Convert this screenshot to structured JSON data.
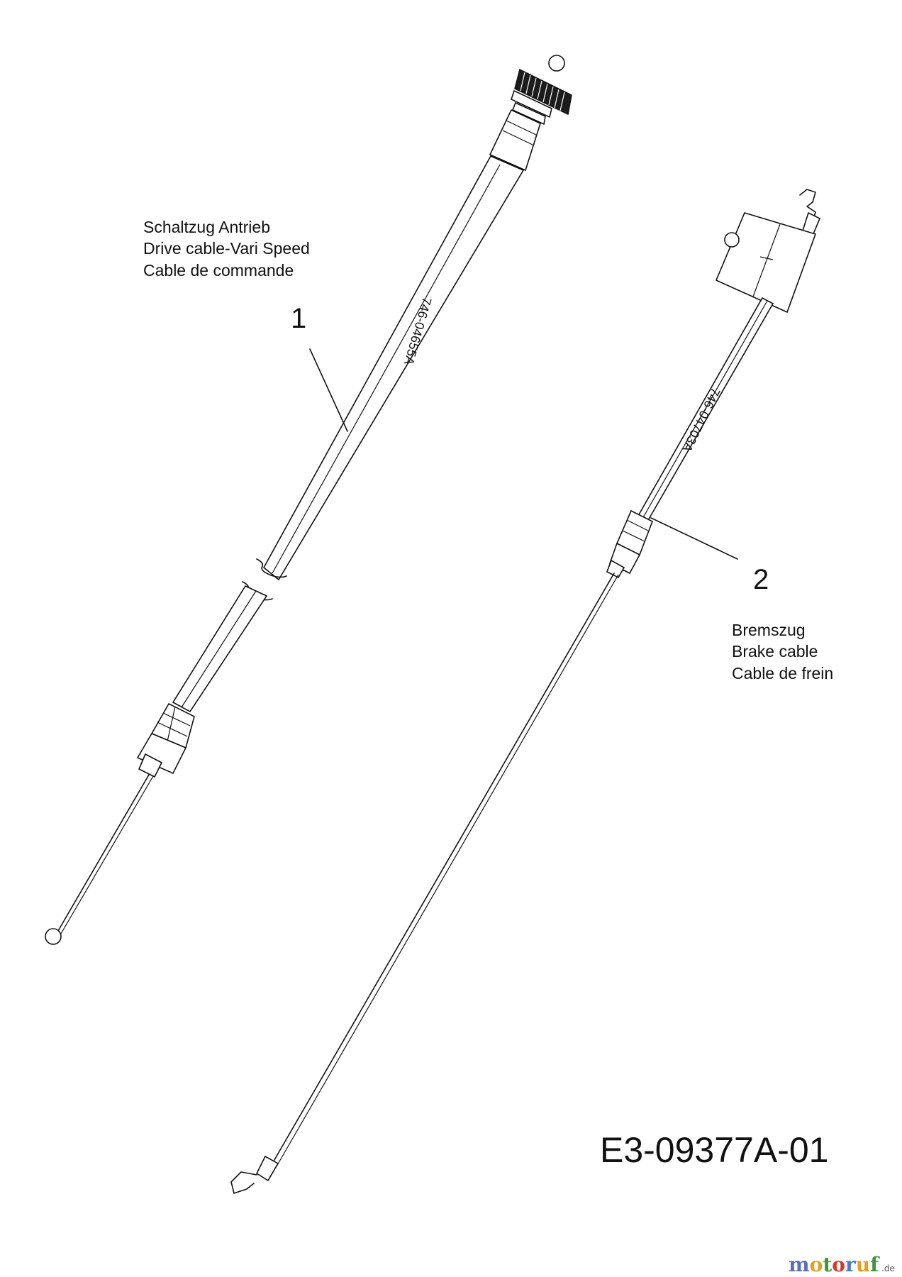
{
  "parts": [
    {
      "number": "1",
      "part_code": "746-04655A",
      "names": [
        "Schaltzug Antrieb",
        "Drive cable-Vari Speed",
        "Cable de commande"
      ]
    },
    {
      "number": "2",
      "part_code": "746-04703A",
      "names": [
        "Bremszug",
        "Brake cable",
        "Cable de frein"
      ]
    }
  ],
  "drawing_code": "E3-09377A-01",
  "watermark": {
    "letters": [
      "m",
      "o",
      "t",
      "o",
      "r",
      "u",
      "f"
    ],
    "letter_colors": [
      "#5a6fb5",
      "#e0a020",
      "#3a9a3a",
      "#d23a2a",
      "#4a7ac8",
      "#e0a020",
      "#3a9a3a"
    ],
    "suffix": ".de"
  }
}
